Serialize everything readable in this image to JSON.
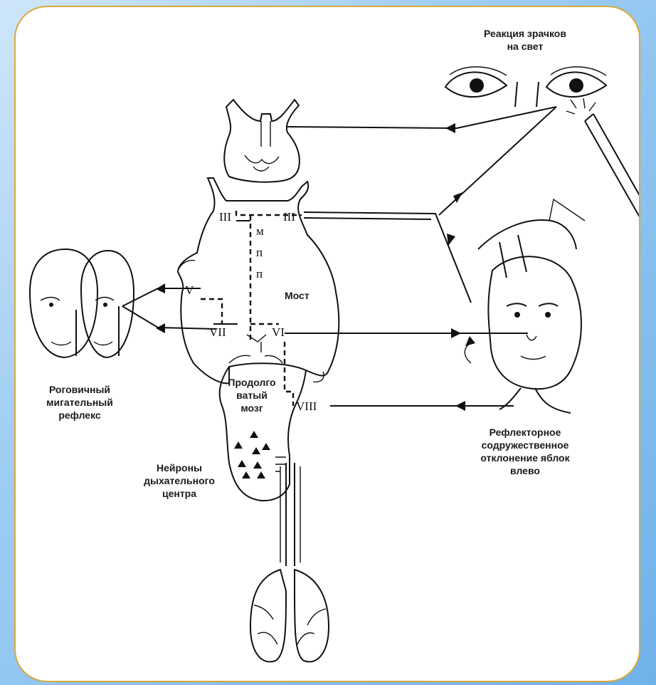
{
  "labels": {
    "pupil_reaction_l1": "Реакция зрачков",
    "pupil_reaction_l2": "на свет",
    "corneal_l1": "Роговичный",
    "corneal_l2": "мигательный",
    "corneal_l3": "рефлекс",
    "eye_dev_l1": "Рефлекторное",
    "eye_dev_l2": "содружественное",
    "eye_dev_l3": "отклонение яблок",
    "eye_dev_l4": "влево",
    "resp_l1": "Нейроны",
    "resp_l2": "дыхательного",
    "resp_l3": "центра",
    "medulla_l1": "Продолго",
    "medulla_l2": "ватый",
    "medulla_l3": "мозг",
    "pons": "Мост",
    "mlf_1": "м",
    "mlf_2": "п",
    "mlf_3": "п"
  },
  "nerves": {
    "n3_left": "III",
    "n3_right": "III",
    "n5": "V",
    "n6": "VI",
    "n7": "VII",
    "n8": "VIII"
  },
  "theme": {
    "frame_border": "#d9a93d",
    "background_gradient": [
      "#cfe6fa",
      "#6fb2ea"
    ],
    "ink": "#111111"
  }
}
